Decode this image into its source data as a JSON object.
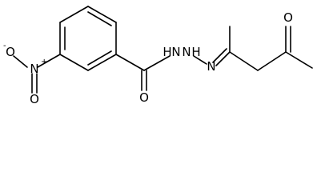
{
  "molecule": {
    "atoms": {
      "nitro_o_minus": "O",
      "nitro_o_minus_charge": "-",
      "nitro_n": "N",
      "nitro_n_charge": "+",
      "nitro_o": "O",
      "amide_o": "O",
      "nh_left": "N",
      "nh_left_h": "H",
      "nh_right": "N",
      "nh_right_h": "H",
      "imine_n": "N",
      "ketone_o": "O"
    },
    "colors": {
      "line": "#000000",
      "background": "#ffffff"
    }
  }
}
